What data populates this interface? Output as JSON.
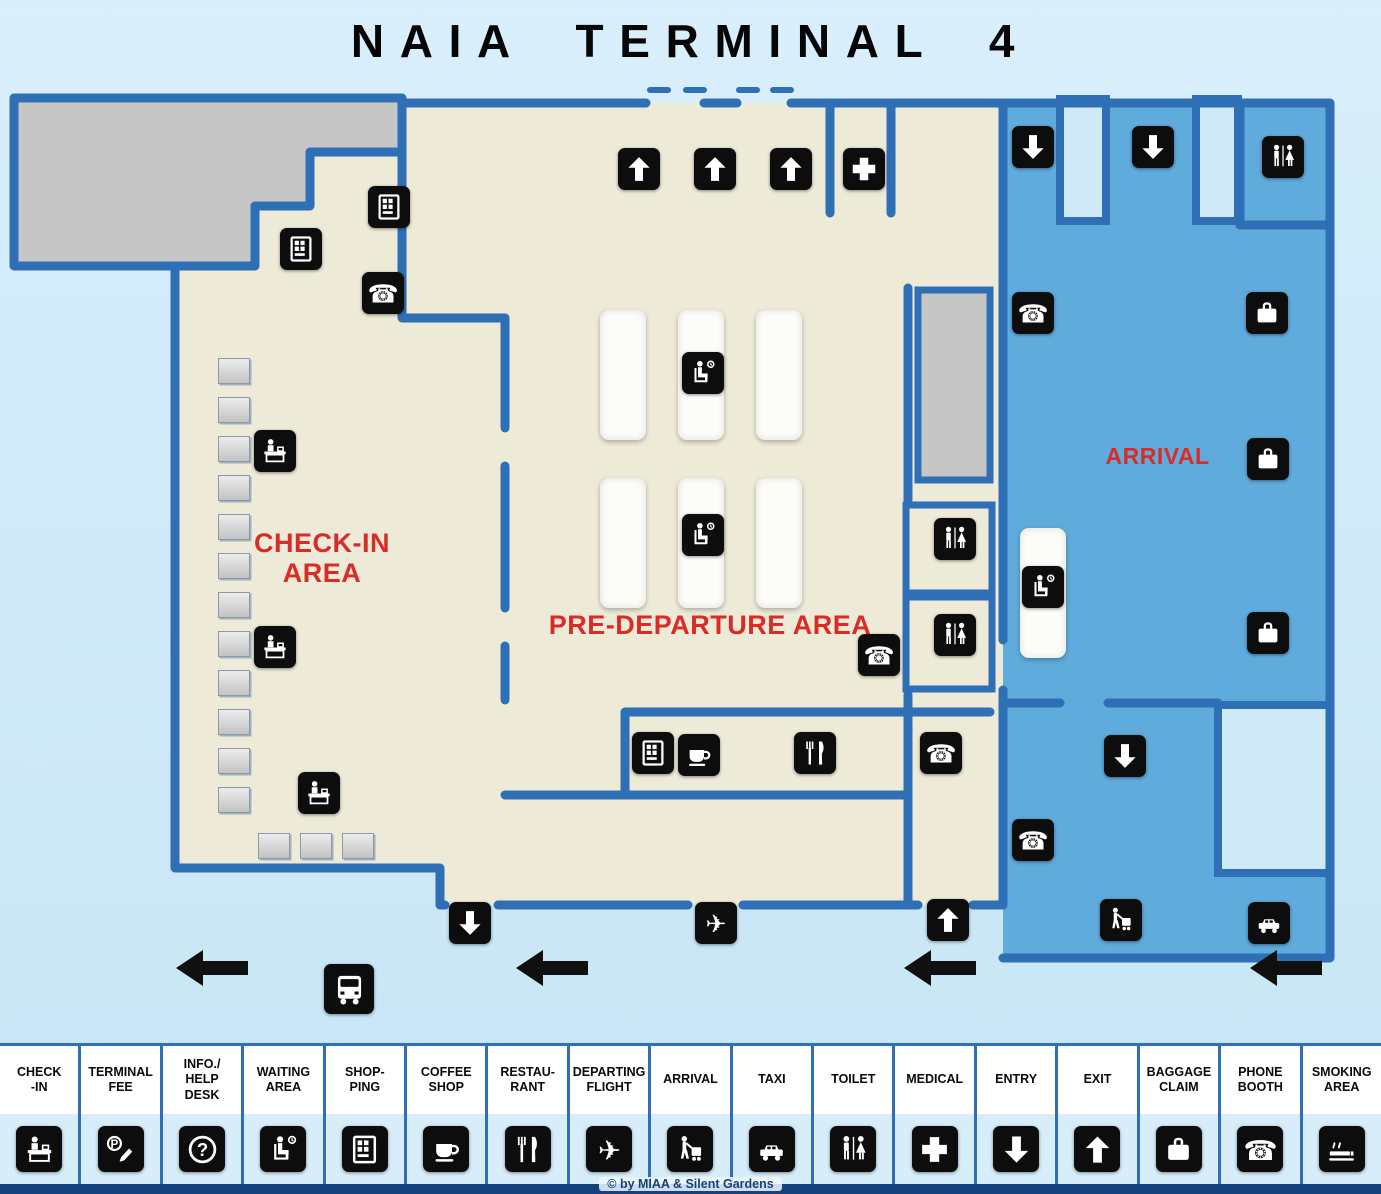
{
  "header": {
    "title": "NAIA TERMINAL 4"
  },
  "areas": {
    "check_in": "CHECK-IN\nAREA",
    "pre_departure": "PRE-DEPARTURE AREA",
    "arrival": "ARRIVAL"
  },
  "legend": {
    "items": [
      {
        "id": "check-in",
        "label": "CHECK\n-IN",
        "icon": "desk"
      },
      {
        "id": "terminal-fee",
        "label": "TERMINAL\nFEE",
        "icon": "fee"
      },
      {
        "id": "info-help-desk",
        "label": "INFO./\nHELP\nDESK",
        "icon": "info"
      },
      {
        "id": "waiting-area",
        "label": "WAITING\nAREA",
        "icon": "seated"
      },
      {
        "id": "shopping",
        "label": "SHOP-\nPING",
        "icon": "shop"
      },
      {
        "id": "coffee-shop",
        "label": "COFFEE\nSHOP",
        "icon": "coffee"
      },
      {
        "id": "restaurant",
        "label": "RESTAU-\nRANT",
        "icon": "fork"
      },
      {
        "id": "departing-flight",
        "label": "DEPARTING\nFLIGHT",
        "icon": "plane"
      },
      {
        "id": "arrival",
        "label": "ARRIVAL",
        "icon": "porter"
      },
      {
        "id": "taxi",
        "label": "TAXI",
        "icon": "taxi"
      },
      {
        "id": "toilet",
        "label": "TOILET",
        "icon": "toilet"
      },
      {
        "id": "medical",
        "label": "MEDICAL",
        "icon": "cross"
      },
      {
        "id": "entry",
        "label": "ENTRY",
        "icon": "arrow-down"
      },
      {
        "id": "exit",
        "label": "EXIT",
        "icon": "arrow-up"
      },
      {
        "id": "baggage-claim",
        "label": "BAGGAGE\nCLAIM",
        "icon": "suitcase"
      },
      {
        "id": "phone-booth",
        "label": "PHONE\nBOOTH",
        "icon": "phone"
      },
      {
        "id": "smoking-area",
        "label": "SMOKING\nAREA",
        "icon": "smoke"
      }
    ]
  },
  "icons": {
    "arrow-up": "⬆ white up-arrow on black tile (exit)",
    "arrow-down": "⬇ white down-arrow on black tile (entry)",
    "left-arrow": "⬅ solid black arrow (flow direction)",
    "cross": "✚ medical cross",
    "phone": "☎ phone booth",
    "plane": "✈ departing flight",
    "toilet": "man & woman restroom figures",
    "suitcase": "baggage claim suitcase",
    "coffee": "coffee cup",
    "fork": "fork & knife restaurant",
    "seated": "seated person with clock (waiting area)",
    "desk": "check-in counter attendant",
    "info": "? information / help desk",
    "smoke": "cigarette smoking area",
    "taxi": "taxi car",
    "bus": "shuttle bus",
    "porter": "porter with baggage cart (arrival)",
    "fee": "P-circle with pen (terminal fee)",
    "shop": "vending / shop shelf"
  },
  "footer": {
    "copyright": "© by MIAA & Silent Gardens"
  },
  "colors": {
    "wall": "#2f6fb5",
    "check_in_fill": "#edead8",
    "arrival_fill": "#5fabdc",
    "label_red": "#d92c26",
    "tile": "#0d0d0d",
    "background": "#cfe9f7"
  }
}
